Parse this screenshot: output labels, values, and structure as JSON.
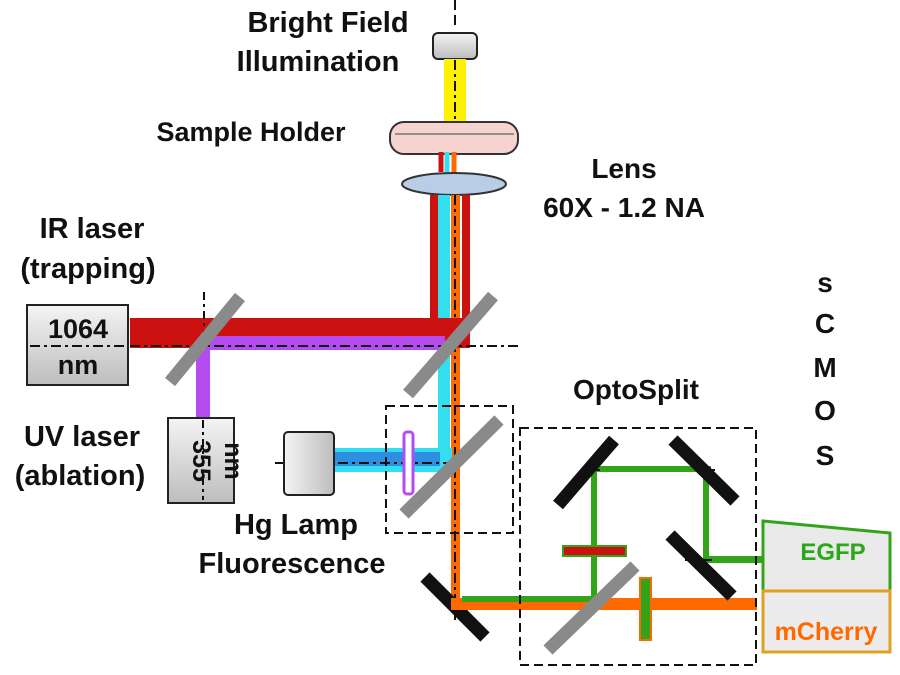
{
  "labels": {
    "bright_field_1": "Bright Field",
    "bright_field_2": "Illumination",
    "sample_holder": "Sample Holder",
    "lens_1": "Lens",
    "lens_2": "60X - 1.2 NA",
    "ir_laser_1": "IR laser",
    "ir_laser_2": "(trapping)",
    "ir_box_1": "1064",
    "ir_box_2": "nm",
    "uv_laser_1": "UV laser",
    "uv_laser_2": "(ablation)",
    "uv_box_1": "355",
    "uv_box_2": "nm",
    "hg_1": "Hg Lamp",
    "hg_2": "Fluorescence",
    "optosplit": "OptoSplit",
    "scmos": [
      "s",
      "C",
      "M",
      "O",
      "S"
    ],
    "egfp": "EGFP",
    "mcherry": "mCherry"
  },
  "colors": {
    "ir_beam": "#cc1111",
    "uv_beam": "#b44cf0",
    "cyan_beam": "#33dfee",
    "orange_beam": "#ff6a00",
    "green_beam": "#33a31a",
    "yellow_beam": "#fff200",
    "mirror_gray": "#8a8a8a",
    "mirror_black": "#111111",
    "egfp_text": "#2aa81a",
    "mcherry_text": "#ff6a00"
  }
}
